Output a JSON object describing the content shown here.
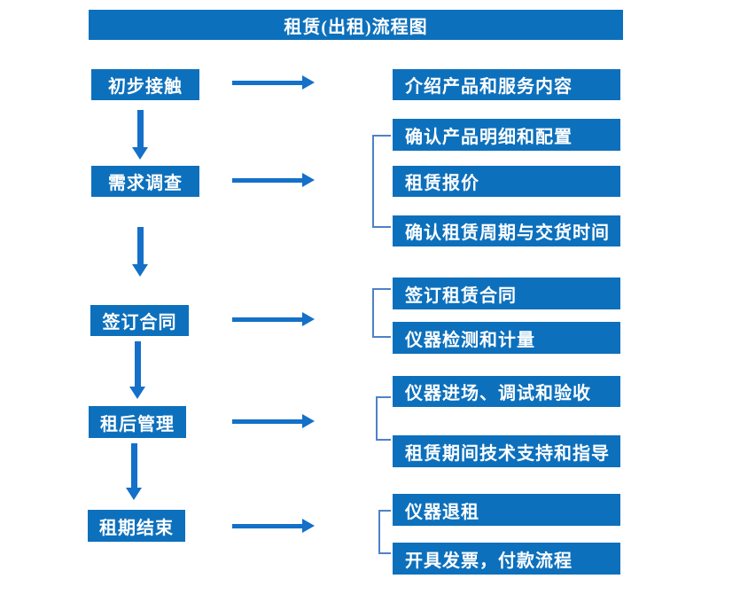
{
  "title": "租赁(出租)流程图",
  "colors": {
    "box_blue": "#0d70bc",
    "arrow_blue": "#1470c8",
    "bracket_blue": "#4f81c7",
    "text": "#ffffff",
    "background": "#ffffff"
  },
  "steps": [
    {
      "label": "初步接触",
      "details": [
        "介绍产品和服务内容"
      ]
    },
    {
      "label": "需求调查",
      "details": [
        "确认产品明细和配置",
        "租赁报价",
        "确认租赁周期与交货时间"
      ]
    },
    {
      "label": "签订合同",
      "details": [
        "签订租赁合同",
        "仪器检测和计量"
      ]
    },
    {
      "label": "租后管理",
      "details": [
        "仪器进场、调试和验收",
        "租赁期间技术支持和指导"
      ]
    },
    {
      "label": "租期结束",
      "details": [
        "仪器退租",
        "开具发票，付款流程"
      ]
    }
  ]
}
